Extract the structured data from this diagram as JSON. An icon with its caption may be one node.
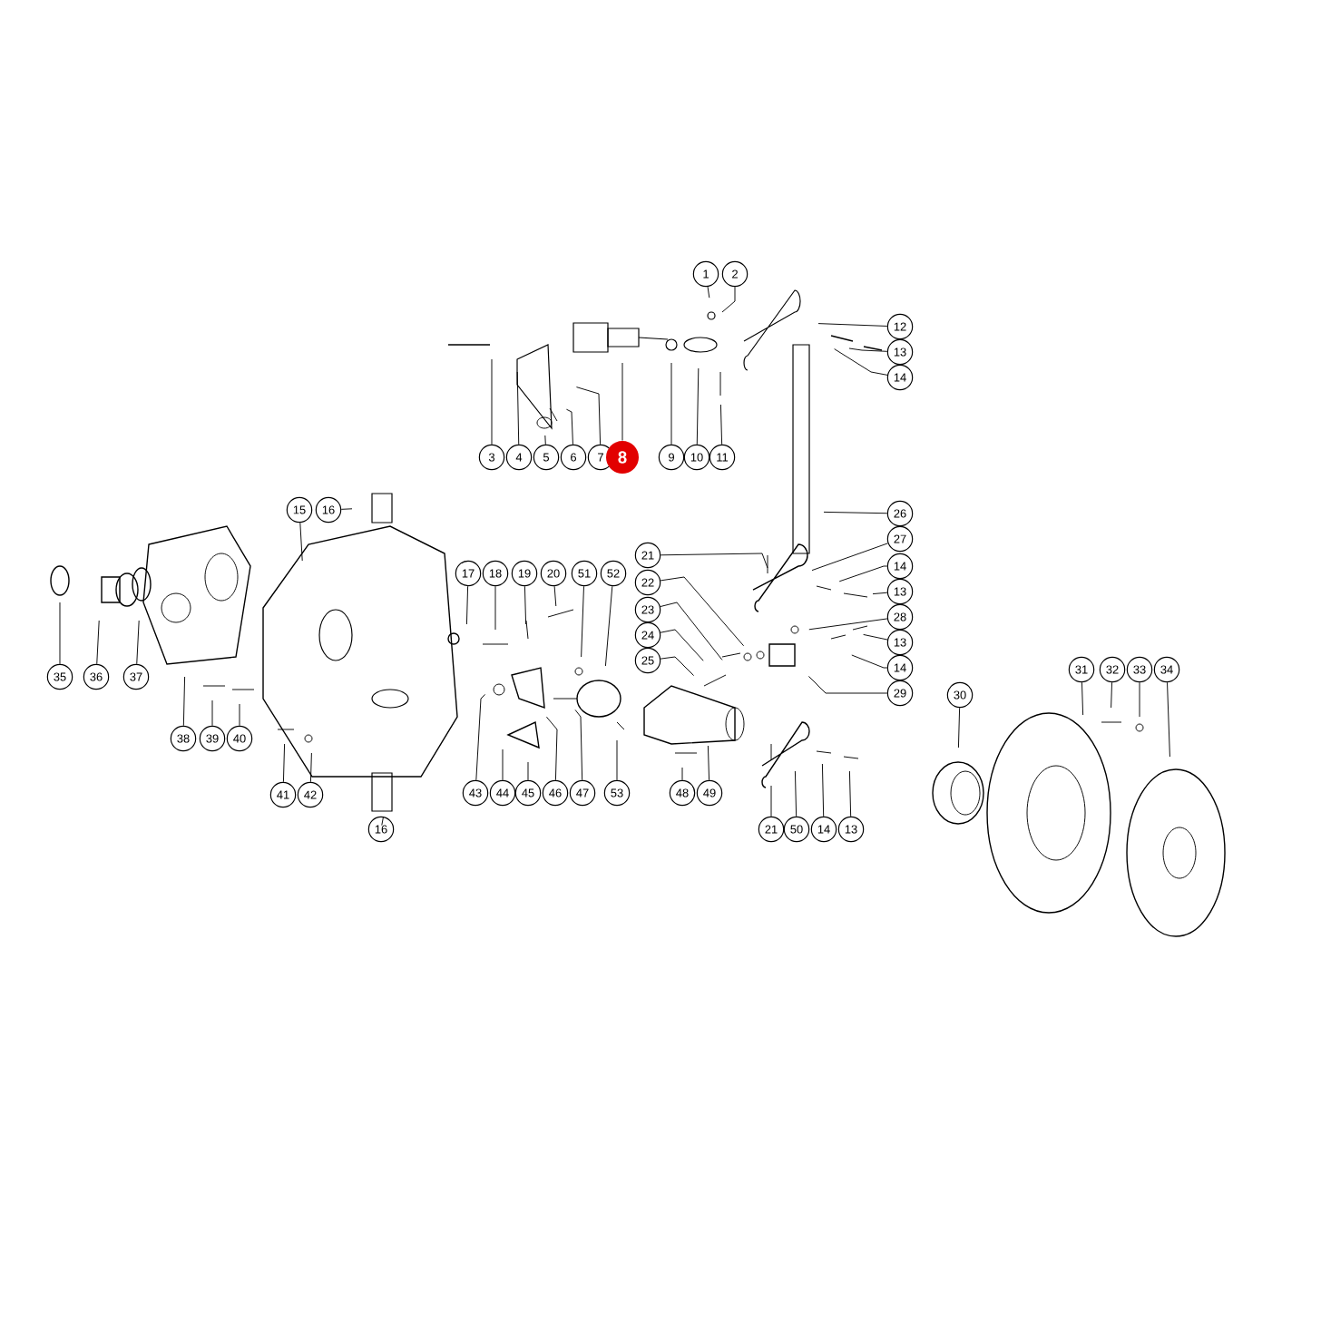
{
  "diagram": {
    "nodes": [
      {
        "text": [
          "1"
        ]
      },
      {
        "text": [
          "2"
        ]
      },
      {
        "text": [
          "12"
        ]
      },
      {
        "text": [
          "13"
        ]
      },
      {
        "text": [
          "14"
        ]
      },
      {
        "text": [
          "3"
        ]
      },
      {
        "text": [
          "4"
        ]
      },
      {
        "text": [
          "5"
        ]
      },
      {
        "text": [
          "6"
        ]
      },
      {
        "text": [
          "7"
        ]
      },
      {
        "text": [
          "8"
        ]
      },
      {
        "text": [
          "9"
        ]
      },
      {
        "text": [
          "10"
        ]
      },
      {
        "text": [
          "11"
        ]
      },
      {
        "text": [
          "15"
        ]
      },
      {
        "text": [
          "16"
        ]
      },
      {
        "text": [
          "26"
        ]
      },
      {
        "text": [
          "27"
        ]
      },
      {
        "text": [
          "21"
        ]
      },
      {
        "text": [
          "14"
        ]
      },
      {
        "text": [
          "17"
        ]
      },
      {
        "text": [
          "18"
        ]
      },
      {
        "text": [
          "19"
        ]
      },
      {
        "text": [
          "20"
        ]
      },
      {
        "text": [
          "51"
        ]
      },
      {
        "text": [
          "52"
        ]
      },
      {
        "text": [
          "22"
        ]
      },
      {
        "text": [
          "13"
        ]
      },
      {
        "text": [
          "23"
        ]
      },
      {
        "text": [
          "28"
        ]
      },
      {
        "text": [
          "24"
        ]
      },
      {
        "text": [
          "13"
        ]
      },
      {
        "text": [
          "25"
        ]
      },
      {
        "text": [
          "14"
        ]
      },
      {
        "text": [
          "31"
        ]
      },
      {
        "text": [
          "32"
        ]
      },
      {
        "text": [
          "33"
        ]
      },
      {
        "text": [
          "34"
        ]
      },
      {
        "text": [
          "35"
        ]
      },
      {
        "text": [
          "36"
        ]
      },
      {
        "text": [
          "37"
        ]
      },
      {
        "text": [
          "29"
        ]
      },
      {
        "text": [
          "30"
        ]
      },
      {
        "text": [
          "38"
        ]
      },
      {
        "text": [
          "39"
        ]
      },
      {
        "text": [
          "40"
        ]
      },
      {
        "text": [
          "41"
        ]
      },
      {
        "text": [
          "42"
        ]
      },
      {
        "text": [
          "43"
        ]
      },
      {
        "text": [
          "44"
        ]
      },
      {
        "text": [
          "45"
        ]
      },
      {
        "text": [
          "46"
        ]
      },
      {
        "text": [
          "47"
        ]
      },
      {
        "text": [
          "53"
        ]
      },
      {
        "text": [
          "48"
        ]
      },
      {
        "text": [
          "49"
        ]
      },
      {
        "text": [
          "16"
        ]
      },
      {
        "text": [
          "21"
        ]
      },
      {
        "text": [
          "50"
        ]
      },
      {
        "text": [
          "14"
        ]
      },
      {
        "text": [
          "13"
        ]
      }
    ],
    "edges": [
      {
        "from": 0,
        "to": null,
        "arrow": "none"
      },
      {
        "from": 1,
        "to": null,
        "arrow": "none"
      },
      {
        "from": 2,
        "to": null,
        "arrow": "none"
      },
      {
        "from": 3,
        "to": null,
        "arrow": "none"
      },
      {
        "from": 4,
        "to": null,
        "arrow": "none"
      },
      {
        "from": 5,
        "to": null,
        "arrow": "none"
      },
      {
        "from": 6,
        "to": null,
        "arrow": "none"
      },
      {
        "from": 7,
        "to": null,
        "arrow": "none"
      },
      {
        "from": 8,
        "to": null,
        "arrow": "none"
      },
      {
        "from": 9,
        "to": null,
        "arrow": "none"
      },
      {
        "from": 10,
        "to": null,
        "arrow": "none"
      },
      {
        "from": 11,
        "to": null,
        "arrow": "none"
      },
      {
        "from": 12,
        "to": null,
        "arrow": "none"
      },
      {
        "from": 13,
        "to": null,
        "arrow": "none"
      },
      {
        "from": 14,
        "to": null,
        "arrow": "none"
      },
      {
        "from": 15,
        "to": null,
        "arrow": "none"
      },
      {
        "from": 16,
        "to": null,
        "arrow": "none"
      },
      {
        "from": 17,
        "to": null,
        "arrow": "none"
      },
      {
        "from": 18,
        "to": null,
        "arrow": "none"
      },
      {
        "from": 19,
        "to": null,
        "arrow": "none"
      },
      {
        "from": 20,
        "to": null,
        "arrow": "none"
      },
      {
        "from": 21,
        "to": null,
        "arrow": "none"
      },
      {
        "from": 22,
        "to": null,
        "arrow": "none"
      },
      {
        "from": 23,
        "to": null,
        "arrow": "none"
      },
      {
        "from": 24,
        "to": null,
        "arrow": "none"
      },
      {
        "from": 25,
        "to": null,
        "arrow": "none"
      },
      {
        "from": 26,
        "to": null,
        "arrow": "none"
      },
      {
        "from": 27,
        "to": null,
        "arrow": "none"
      },
      {
        "from": 28,
        "to": null,
        "arrow": "none"
      },
      {
        "from": 29,
        "to": null,
        "arrow": "none"
      },
      {
        "from": 30,
        "to": null,
        "arrow": "none"
      },
      {
        "from": 31,
        "to": null,
        "arrow": "none"
      },
      {
        "from": 32,
        "to": null,
        "arrow": "none"
      },
      {
        "from": 33,
        "to": null,
        "arrow": "none"
      },
      {
        "from": 34,
        "to": null,
        "arrow": "none"
      },
      {
        "from": 35,
        "to": null,
        "arrow": "none"
      },
      {
        "from": 36,
        "to": null,
        "arrow": "none"
      },
      {
        "from": 37,
        "to": null,
        "arrow": "none"
      },
      {
        "from": 38,
        "to": null,
        "arrow": "none"
      },
      {
        "from": 39,
        "to": null,
        "arrow": "none"
      },
      {
        "from": 40,
        "to": null,
        "arrow": "none"
      },
      {
        "from": 41,
        "to": null,
        "arrow": "none"
      },
      {
        "from": 42,
        "to": null,
        "arrow": "none"
      },
      {
        "from": 43,
        "to": null,
        "arrow": "none"
      },
      {
        "from": 44,
        "to": null,
        "arrow": "none"
      },
      {
        "from": 45,
        "to": null,
        "arrow": "none"
      },
      {
        "from": 46,
        "to": null,
        "arrow": "none"
      },
      {
        "from": 47,
        "to": null,
        "arrow": "none"
      },
      {
        "from": 48,
        "to": null,
        "arrow": "none"
      },
      {
        "from": 49,
        "to": null,
        "arrow": "none"
      },
      {
        "from": 50,
        "to": null,
        "arrow": "none"
      },
      {
        "from": 51,
        "to": null,
        "arrow": "none"
      },
      {
        "from": 52,
        "to": null,
        "arrow": "none"
      },
      {
        "from": 53,
        "to": null,
        "arrow": "none"
      },
      {
        "from": 54,
        "to": null,
        "arrow": "none"
      },
      {
        "from": 55,
        "to": null,
        "arrow": "none"
      },
      {
        "from": 56,
        "to": null,
        "arrow": "none"
      },
      {
        "from": 57,
        "to": null,
        "arrow": "none"
      },
      {
        "from": 58,
        "to": null,
        "arrow": "none"
      },
      {
        "from": 59,
        "to": null,
        "arrow": "none"
      },
      {
        "from": 60,
        "to": null,
        "arrow": "none"
      }
    ]
  }
}
